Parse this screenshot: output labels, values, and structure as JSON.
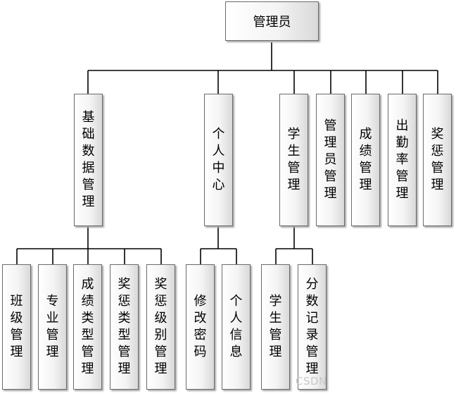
{
  "root": "管理员",
  "level1": {
    "basic_data": "基础数据管理",
    "personal_center": "个人中心",
    "student_mgmt": "学生管理",
    "admin_mgmt": "管理员管理",
    "grade_mgmt": "成绩管理",
    "attendance_mgmt": "出勤率管理",
    "reward_mgmt": "奖惩管理"
  },
  "level2": {
    "class_mgmt": "班级管理",
    "major_mgmt": "专业管理",
    "grade_type_mgmt": "成绩类型管理",
    "reward_type_mgmt": "奖惩类型管理",
    "reward_level_mgmt": "奖惩级别管理",
    "change_password": "修改密码",
    "personal_info": "个人信息",
    "student_mgmt_sub": "学生管理",
    "score_record_mgmt": "分数记录管理"
  },
  "watermark": "CSDN",
  "colors": {
    "line": "#000000",
    "border": "#6b6b6b",
    "shadow": "#a8a8a8",
    "fill_dark": "#d9d9d9"
  }
}
